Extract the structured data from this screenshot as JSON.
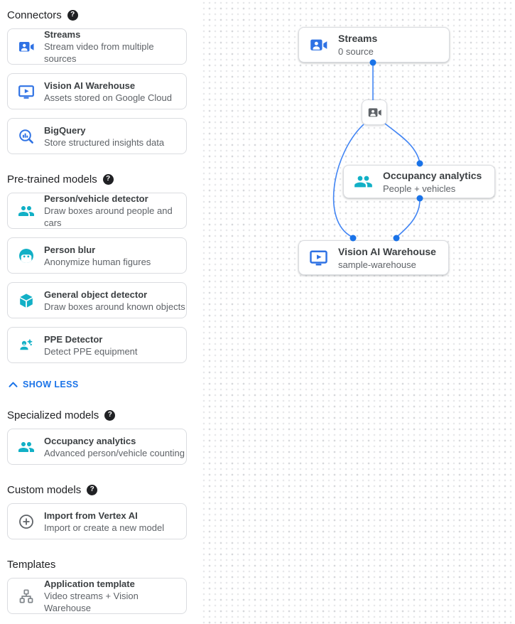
{
  "ui": {
    "help_glyph": "?",
    "show_less_label": "SHOW LESS"
  },
  "colors": {
    "icon_blue": "#2f72e4",
    "icon_teal": "#12b0c6",
    "icon_grey": "#5f6368",
    "link_blue": "#1a73e8",
    "edge_blue": "#4285f4",
    "port_dot_blue": "#1a73e8",
    "card_border": "#dadce0",
    "text_primary": "#3c4043",
    "text_secondary": "#5f6368"
  },
  "sidebar": {
    "sections": [
      {
        "title": "Connectors"
      },
      {
        "title": "Pre-trained models"
      },
      {
        "title": "Specialized models"
      },
      {
        "title": "Custom models"
      },
      {
        "title": "Templates"
      }
    ],
    "cards": {
      "streams": {
        "title": "Streams",
        "subtitle": "Stream video from multiple sources"
      },
      "warehouse": {
        "title": "Vision AI Warehouse",
        "subtitle": "Assets stored on Google Cloud"
      },
      "bigquery": {
        "title": "BigQuery",
        "subtitle": "Store structured insights data"
      },
      "person_vehicle": {
        "title": "Person/vehicle detector",
        "subtitle": "Draw boxes around people and cars"
      },
      "person_blur": {
        "title": "Person blur",
        "subtitle": "Anonymize human figures"
      },
      "object_detector": {
        "title": "General object detector",
        "subtitle": "Draw boxes around known objects"
      },
      "ppe": {
        "title": "PPE Detector",
        "subtitle": "Detect PPE equipment"
      },
      "occupancy": {
        "title": "Occupancy analytics",
        "subtitle": "Advanced person/vehicle counting"
      },
      "vertex": {
        "title": "Import from Vertex AI",
        "subtitle": "Import or create a new model"
      },
      "app_template": {
        "title": "Application template",
        "subtitle": "Video streams + Vision Warehouse"
      }
    }
  },
  "canvas": {
    "nodes": {
      "streams": {
        "title": "Streams",
        "subtitle": "0 source"
      },
      "occupancy": {
        "title": "Occupancy analytics",
        "subtitle": "People + vehicles"
      },
      "warehouse": {
        "title": "Vision AI Warehouse",
        "subtitle": "sample-warehouse"
      }
    }
  }
}
